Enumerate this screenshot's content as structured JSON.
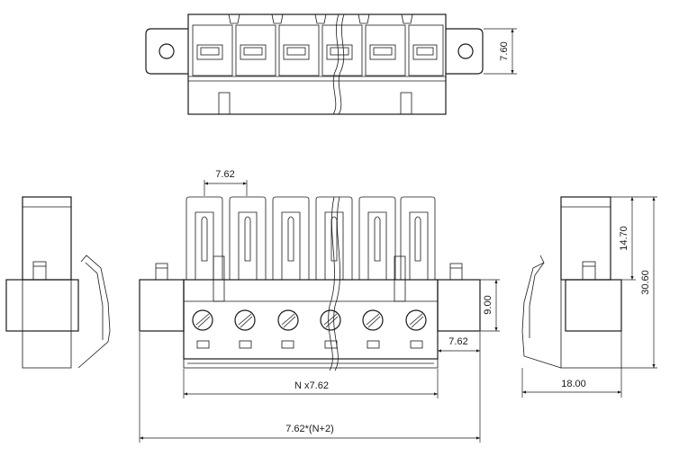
{
  "dimensions": {
    "top_height": "7.60",
    "pitch": "7.62",
    "screw_height": "9.00",
    "end_offset": "7.62",
    "total_length_n": "N x7.62",
    "total_length": "7.62*(N+2)",
    "side_upper": "14.70",
    "side_total": "30.60",
    "side_width": "18.00"
  }
}
